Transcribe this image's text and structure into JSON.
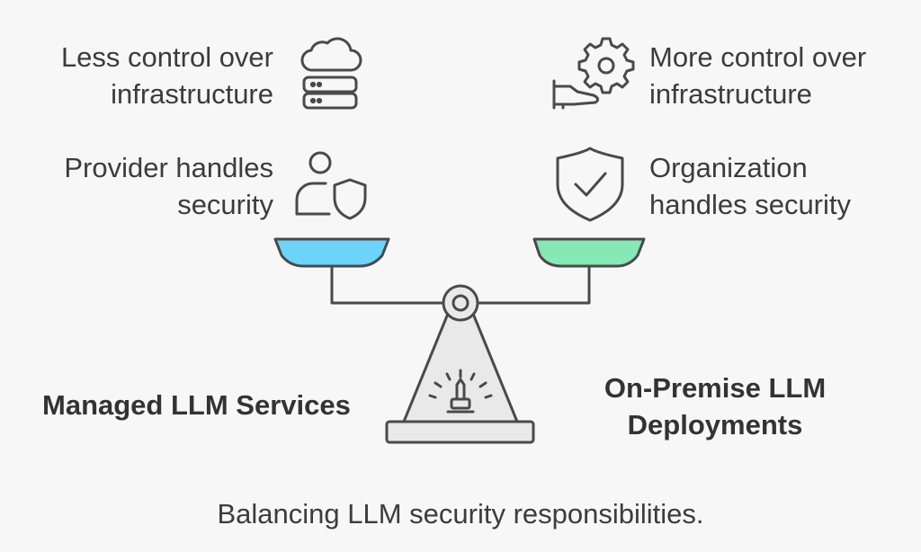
{
  "left": {
    "control": [
      "Less control over",
      "infrastructure"
    ],
    "security": [
      "Provider handles",
      "security"
    ],
    "title": "Managed LLM Services",
    "pan_color": "#6dd3fb"
  },
  "right": {
    "control": [
      "More control over",
      "infrastructure"
    ],
    "security": [
      "Organization",
      "handles security"
    ],
    "title": [
      "On-Premise LLM",
      "Deployments"
    ],
    "pan_color": "#86e8b5"
  },
  "caption": "Balancing LLM security responsibilities.",
  "icons": {
    "left_control": [
      "cloud-icon",
      "server-icon"
    ],
    "left_security": "user-shield-icon",
    "right_control": [
      "gear-icon",
      "hand-icon"
    ],
    "right_security": "shield-check-icon",
    "base": "gauge-icon"
  },
  "stroke_color": "#4a4a4a",
  "base_fill": "#e9e9e9"
}
